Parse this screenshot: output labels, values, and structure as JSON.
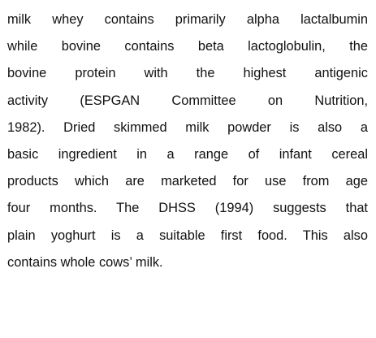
{
  "document": {
    "lines": [
      "milk whey contains primarily alpha lactalbumin",
      "while bovine contains beta lactoglobulin, the",
      "bovine protein with the highest antigenic",
      "activity (ESPGAN Committee on Nutrition,",
      "1982). Dried skimmed milk powder is also a",
      "basic ingredient in a range of infant cereal",
      "products which are marketed for use from age",
      "four months. The DHSS (1994) suggests that",
      "plain yoghurt is a suitable first food. This also",
      "contains whole cows’ milk."
    ]
  }
}
